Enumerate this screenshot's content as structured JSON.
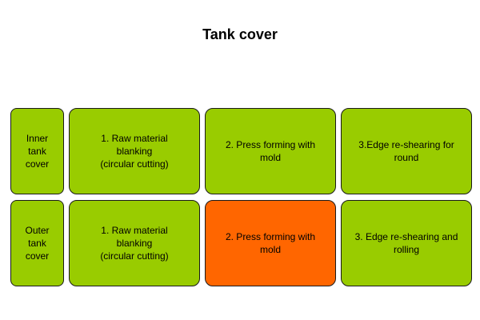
{
  "title": "Tank cover",
  "colors": {
    "green": "#99cc00",
    "orange": "#ff6600",
    "border": "#1a1a1a"
  },
  "rows": [
    {
      "label": "Inner\ntank\ncover",
      "steps": [
        {
          "text": "1. Raw material\nblanking\n(circular cutting)",
          "highlight": false
        },
        {
          "text": "2. Press forming with\nmold",
          "highlight": false
        },
        {
          "text": "3.Edge re-shearing for\nround",
          "highlight": false
        }
      ]
    },
    {
      "label": "Outer\ntank\ncover",
      "steps": [
        {
          "text": "1. Raw material\nblanking\n(circular cutting)",
          "highlight": false
        },
        {
          "text": "2. Press forming with\nmold",
          "highlight": true
        },
        {
          "text": "3. Edge re-shearing and\nrolling",
          "highlight": false
        }
      ]
    }
  ]
}
